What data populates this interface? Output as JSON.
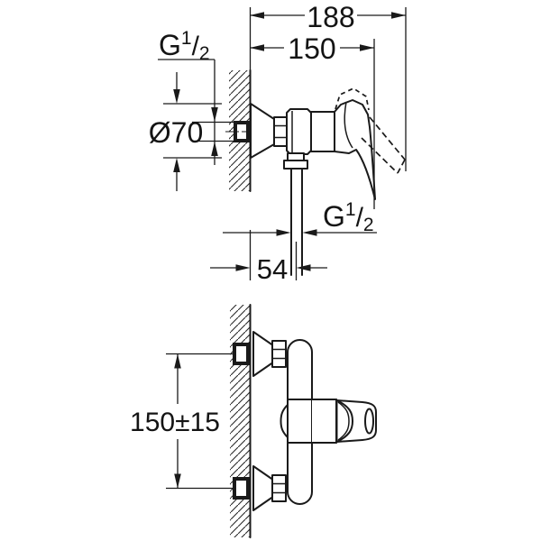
{
  "colors": {
    "ink": "#1a1a1a",
    "paper": "#ffffff"
  },
  "top_view": {
    "dim_total_depth": "188",
    "dim_handle_depth": "150",
    "inlet_thread": {
      "base": "G",
      "sup": "1",
      "slash": "/",
      "sub": "2"
    },
    "escutcheon_diameter": "Ø70",
    "outlet_thread": {
      "base": "G",
      "sup": "1",
      "slash": "/",
      "sub": "2"
    },
    "dim_outlet_from_wall": "54"
  },
  "front_view": {
    "dim_connection_centers": "150±15"
  }
}
